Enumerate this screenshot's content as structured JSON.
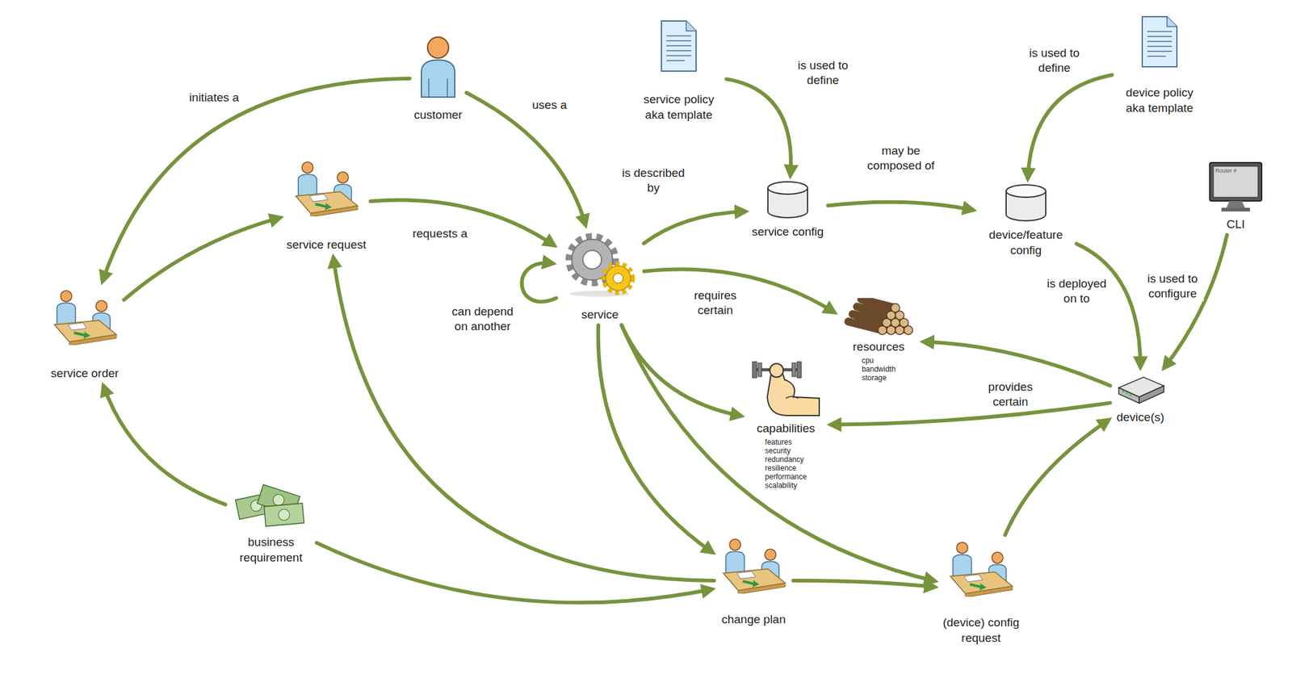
{
  "diagram": {
    "nodes": [
      {
        "text": [
          "customer"
        ]
      },
      {
        "text": [
          "service policy aka template"
        ]
      },
      {
        "text": [
          "device policy aka template"
        ]
      },
      {
        "text": [
          "service request"
        ]
      },
      {
        "text": [
          "service"
        ]
      },
      {
        "text": [
          "service config"
        ]
      },
      {
        "text": [
          "device/feature config"
        ]
      },
      {
        "text": [
          "CLI"
        ]
      },
      {
        "text": [
          "service order"
        ]
      },
      {
        "text": [
          "resources",
          "cpu bandwidth storage"
        ]
      },
      {
        "text": [
          "capabilities",
          "features security redundancy resilience performance scalability"
        ]
      },
      {
        "text": [
          "device(s)"
        ]
      },
      {
        "text": [
          "business requirement"
        ]
      },
      {
        "text": [
          "change plan"
        ]
      },
      {
        "text": [
          "(device) config request"
        ]
      }
    ],
    "edges": [
      {
        "from": 0,
        "to": 8,
        "label": "initiates a",
        "arrow": "to"
      },
      {
        "from": 0,
        "to": 4,
        "label": "uses a",
        "arrow": "to"
      },
      {
        "from": 8,
        "to": 3,
        "arrow": "to"
      },
      {
        "from": 3,
        "to": 4,
        "label": "requests a",
        "arrow": "to"
      },
      {
        "from": 4,
        "to": 4,
        "label": "can depend on another",
        "arrow": "to"
      },
      {
        "from": 4,
        "to": 5,
        "label": "is described by",
        "arrow": "to"
      },
      {
        "from": 1,
        "to": 5,
        "label": "is used to define",
        "arrow": "to"
      },
      {
        "from": 5,
        "to": 6,
        "label": "may be composed of",
        "arrow": "to"
      },
      {
        "from": 2,
        "to": 6,
        "label": "is used to define",
        "arrow": "to"
      },
      {
        "from": 6,
        "to": 11,
        "label": "is deployed on to",
        "arrow": "to"
      },
      {
        "from": 7,
        "to": 11,
        "label": "is used to configure",
        "arrow": "to"
      },
      {
        "from": 4,
        "to": 9,
        "label": "requires certain",
        "arrow": "to"
      },
      {
        "from": 4,
        "to": 10,
        "arrow": "to"
      },
      {
        "from": 11,
        "to": 9,
        "arrow": "to"
      },
      {
        "from": 11,
        "to": 10,
        "label": "provides certain",
        "arrow": "to"
      },
      {
        "from": 4,
        "to": 13,
        "arrow": "to"
      },
      {
        "from": 4,
        "to": 14,
        "arrow": "to"
      },
      {
        "from": 13,
        "to": 3,
        "arrow": "to"
      },
      {
        "from": 13,
        "to": 14,
        "arrow": "to"
      },
      {
        "from": 12,
        "to": 8,
        "arrow": "to"
      },
      {
        "from": 12,
        "to": 13,
        "arrow": "to"
      },
      {
        "from": 14,
        "to": 11,
        "arrow": "to"
      }
    ],
    "labels": [
      "Router #"
    ]
  }
}
